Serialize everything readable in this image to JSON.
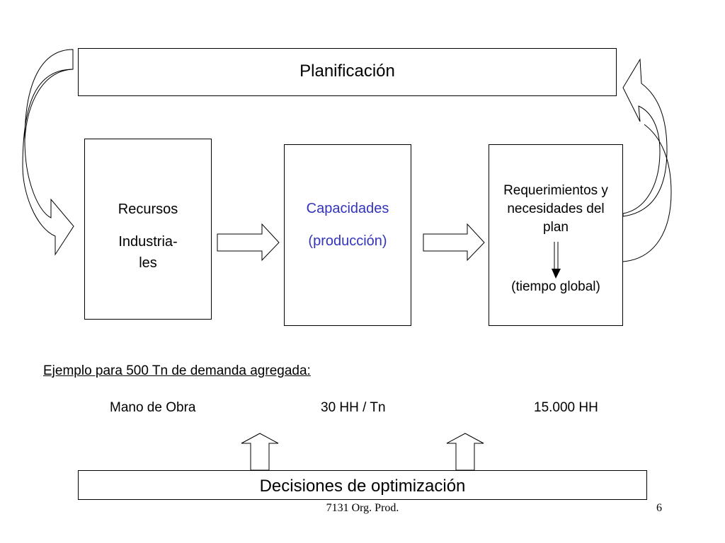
{
  "diagram": {
    "planning": "Planificación",
    "resources_line1": "Recursos",
    "resources_line2": "Industria-",
    "resources_line3": "les",
    "capacities_line1": "Capacidades",
    "capacities_line2": "(producción)",
    "requirements_line1": "Requerimientos y",
    "requirements_line2": "necesidades del",
    "requirements_line3": "plan",
    "requirements_line4": "(tiempo global)",
    "accent_color": "#3333bb"
  },
  "example": {
    "heading": "Ejemplo para 500 Tn de demanda agregada:",
    "labor": "Mano de Obra",
    "rate": "30 HH / Tn",
    "total": "15.000 HH"
  },
  "decisions": "Decisiones de optimización",
  "footer": {
    "course": "7131 Org. Prod.",
    "page": "6"
  }
}
